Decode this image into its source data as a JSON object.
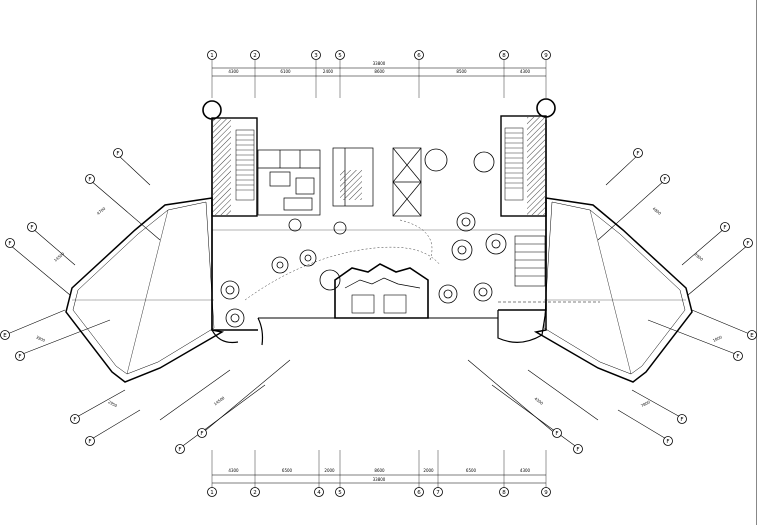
{
  "drawing": {
    "top_axes": [
      {
        "label": "1"
      },
      {
        "label": "2"
      },
      {
        "label": "3"
      },
      {
        "label": "5"
      },
      {
        "label": "6"
      },
      {
        "label": "8"
      },
      {
        "label": "9"
      }
    ],
    "top_dims": [
      "4300",
      "6100",
      "2400",
      "8600",
      "8500",
      "4300"
    ],
    "top_total": "33800",
    "bottom_axes": [
      {
        "label": "1"
      },
      {
        "label": "2"
      },
      {
        "label": "4"
      },
      {
        "label": "5"
      },
      {
        "label": "6"
      },
      {
        "label": "7"
      },
      {
        "label": "8"
      },
      {
        "label": "9"
      }
    ],
    "bottom_dims": [
      "4300",
      "6500",
      "2000",
      "8600",
      "2000",
      "6500",
      "4300"
    ],
    "bottom_total": "33800",
    "left_wing_axes": [
      "F",
      "F",
      "F",
      "F",
      "E",
      "F",
      "F",
      "F",
      "F",
      "F"
    ],
    "right_wing_axes": [
      "F",
      "F",
      "F",
      "F",
      "E",
      "F",
      "F",
      "F",
      "F",
      "F"
    ],
    "wing_dims": [
      "4700",
      "14500",
      "3900",
      "2950",
      "14500",
      "4800",
      "2800",
      "1800",
      "7800",
      "4300"
    ],
    "colors": {
      "line": "#000000",
      "hatch": "#555555",
      "thin": "#666666"
    }
  }
}
